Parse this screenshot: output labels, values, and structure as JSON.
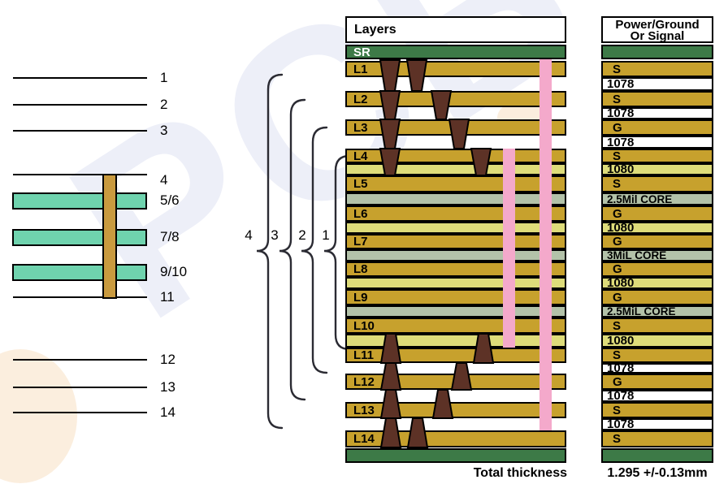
{
  "watermark": {
    "text": "PCB"
  },
  "legend": {
    "labels": [
      "1",
      "2",
      "3",
      "4",
      "5/6",
      "7/8",
      "9/10",
      "11",
      "12",
      "13",
      "14"
    ]
  },
  "braces": {
    "labels": [
      "4",
      "3",
      "2",
      "1"
    ]
  },
  "stackup": {
    "header": "Layers",
    "rows": [
      {
        "label": "SR",
        "kind": "mask"
      },
      {
        "label": "L1",
        "kind": "copper"
      },
      {
        "label": "",
        "kind": "gap"
      },
      {
        "label": "L2",
        "kind": "copper"
      },
      {
        "label": "",
        "kind": "gap"
      },
      {
        "label": "L3",
        "kind": "copper"
      },
      {
        "label": "",
        "kind": "gap"
      },
      {
        "label": "L4",
        "kind": "copper"
      },
      {
        "label": "",
        "kind": "pp"
      },
      {
        "label": "L5",
        "kind": "copper"
      },
      {
        "label": "",
        "kind": "core"
      },
      {
        "label": "L6",
        "kind": "copper"
      },
      {
        "label": "",
        "kind": "pp"
      },
      {
        "label": "L7",
        "kind": "copper"
      },
      {
        "label": "",
        "kind": "core"
      },
      {
        "label": "L8",
        "kind": "copper"
      },
      {
        "label": "",
        "kind": "pp"
      },
      {
        "label": "L9",
        "kind": "copper"
      },
      {
        "label": "",
        "kind": "core"
      },
      {
        "label": "L10",
        "kind": "copper"
      },
      {
        "label": "",
        "kind": "pp"
      },
      {
        "label": "L11",
        "kind": "copper"
      },
      {
        "label": "",
        "kind": "gap"
      },
      {
        "label": "L12",
        "kind": "copper"
      },
      {
        "label": "",
        "kind": "gap"
      },
      {
        "label": "L13",
        "kind": "copper"
      },
      {
        "label": "",
        "kind": "gap"
      },
      {
        "label": "L14",
        "kind": "copper"
      },
      {
        "label": "",
        "kind": "mask"
      }
    ]
  },
  "right_column": {
    "header_line1": "Power/Ground",
    "header_line2": "Or Signal",
    "rows": [
      {
        "label": "",
        "kind": "mask"
      },
      {
        "label": "S",
        "kind": "copper"
      },
      {
        "label": "1078",
        "kind": "gapr"
      },
      {
        "label": "S",
        "kind": "copper"
      },
      {
        "label": "1078",
        "kind": "gapr"
      },
      {
        "label": "G",
        "kind": "copper"
      },
      {
        "label": "1078",
        "kind": "gapr"
      },
      {
        "label": "S",
        "kind": "copper"
      },
      {
        "label": "1080",
        "kind": "pp"
      },
      {
        "label": "S",
        "kind": "copper"
      },
      {
        "label": "2.5Mil CORE",
        "kind": "core"
      },
      {
        "label": "G",
        "kind": "copper"
      },
      {
        "label": "1080",
        "kind": "pp"
      },
      {
        "label": "G",
        "kind": "copper"
      },
      {
        "label": "3MiL CORE",
        "kind": "core"
      },
      {
        "label": "G",
        "kind": "copper"
      },
      {
        "label": "1080",
        "kind": "pp"
      },
      {
        "label": "G",
        "kind": "copper"
      },
      {
        "label": "2.5MiL CORE",
        "kind": "core"
      },
      {
        "label": "S",
        "kind": "copper"
      },
      {
        "label": "1080",
        "kind": "pp"
      },
      {
        "label": "S",
        "kind": "copper"
      },
      {
        "label": "1078",
        "kind": "gapr"
      },
      {
        "label": "G",
        "kind": "copper"
      },
      {
        "label": "1078",
        "kind": "gapr"
      },
      {
        "label": "S",
        "kind": "copper"
      },
      {
        "label": "1078",
        "kind": "gapr"
      },
      {
        "label": "S",
        "kind": "copper"
      },
      {
        "label": "",
        "kind": "mask"
      }
    ]
  },
  "footer": {
    "total_thickness_label": "Total thickness",
    "thickness_value": "1.295 +/-0.13mm"
  },
  "colors": {
    "copper": "#c7a12d",
    "prepreg_1080": "#dedc7a",
    "core": "#b3c2a9",
    "soldermask_green": "#3d7a47",
    "via_brown": "#5d3226",
    "via_pink": "#f4a9cb",
    "legend_teal": "#6fd3ae",
    "legend_tan": "#c99a3f"
  }
}
